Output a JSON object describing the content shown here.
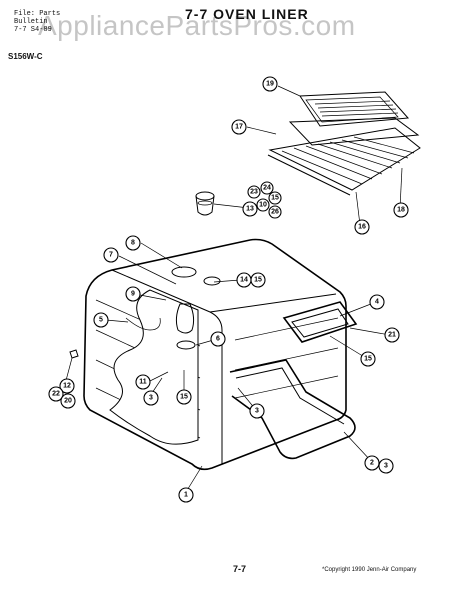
{
  "header": {
    "file_line": "File: Parts",
    "line2": "Bulletin",
    "line3": "7-7 S4-89",
    "title": "7-7 OVEN LINER",
    "watermark": "AppliancePartsPros.com",
    "model": "S156W-C"
  },
  "footer": {
    "page_number": "7-7",
    "copyright": "*Copyright 1990 Jenn-Air Company"
  },
  "callouts": {
    "c19": "19",
    "c17": "17",
    "c18": "18",
    "c16": "16",
    "c24": "24",
    "c23": "23",
    "c15a": "15",
    "c10": "10",
    "c26": "26",
    "c13": "13",
    "c8": "8",
    "c7": "7",
    "c14": "14",
    "c15b": "15",
    "c9": "9",
    "c5": "5",
    "c4": "4",
    "c21": "21",
    "c6": "6",
    "c15c": "15",
    "c11": "11",
    "c3a": "3",
    "c15d": "15",
    "c3b": "3",
    "c12": "12",
    "c22": "22",
    "c20": "20",
    "c2": "2",
    "c3c": "3",
    "c1": "1"
  }
}
